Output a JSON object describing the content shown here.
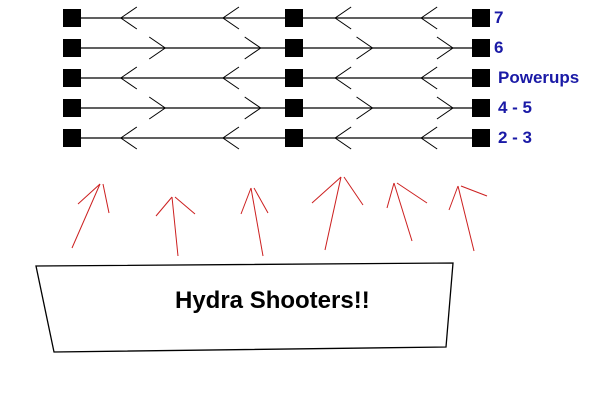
{
  "diagram": {
    "title": "Hydra Shooters!!",
    "colors": {
      "lane_line": "#000000",
      "node": "#000000",
      "label": "#1a1aa6",
      "shot_arrow": "#cc1f1f",
      "box_outline": "#000000"
    },
    "lanes": [
      {
        "label": "7",
        "direction": "left"
      },
      {
        "label": "6",
        "direction": "right"
      },
      {
        "label": "Powerups",
        "direction": "left"
      },
      {
        "label": "4 - 5",
        "direction": "right"
      },
      {
        "label": "2 - 3",
        "direction": "left"
      }
    ],
    "nodes_per_lane": 3,
    "arrows_per_segment": 2,
    "shooter_arrow_count": 6,
    "shooter_box_label": "Hydra Shooters!!"
  }
}
